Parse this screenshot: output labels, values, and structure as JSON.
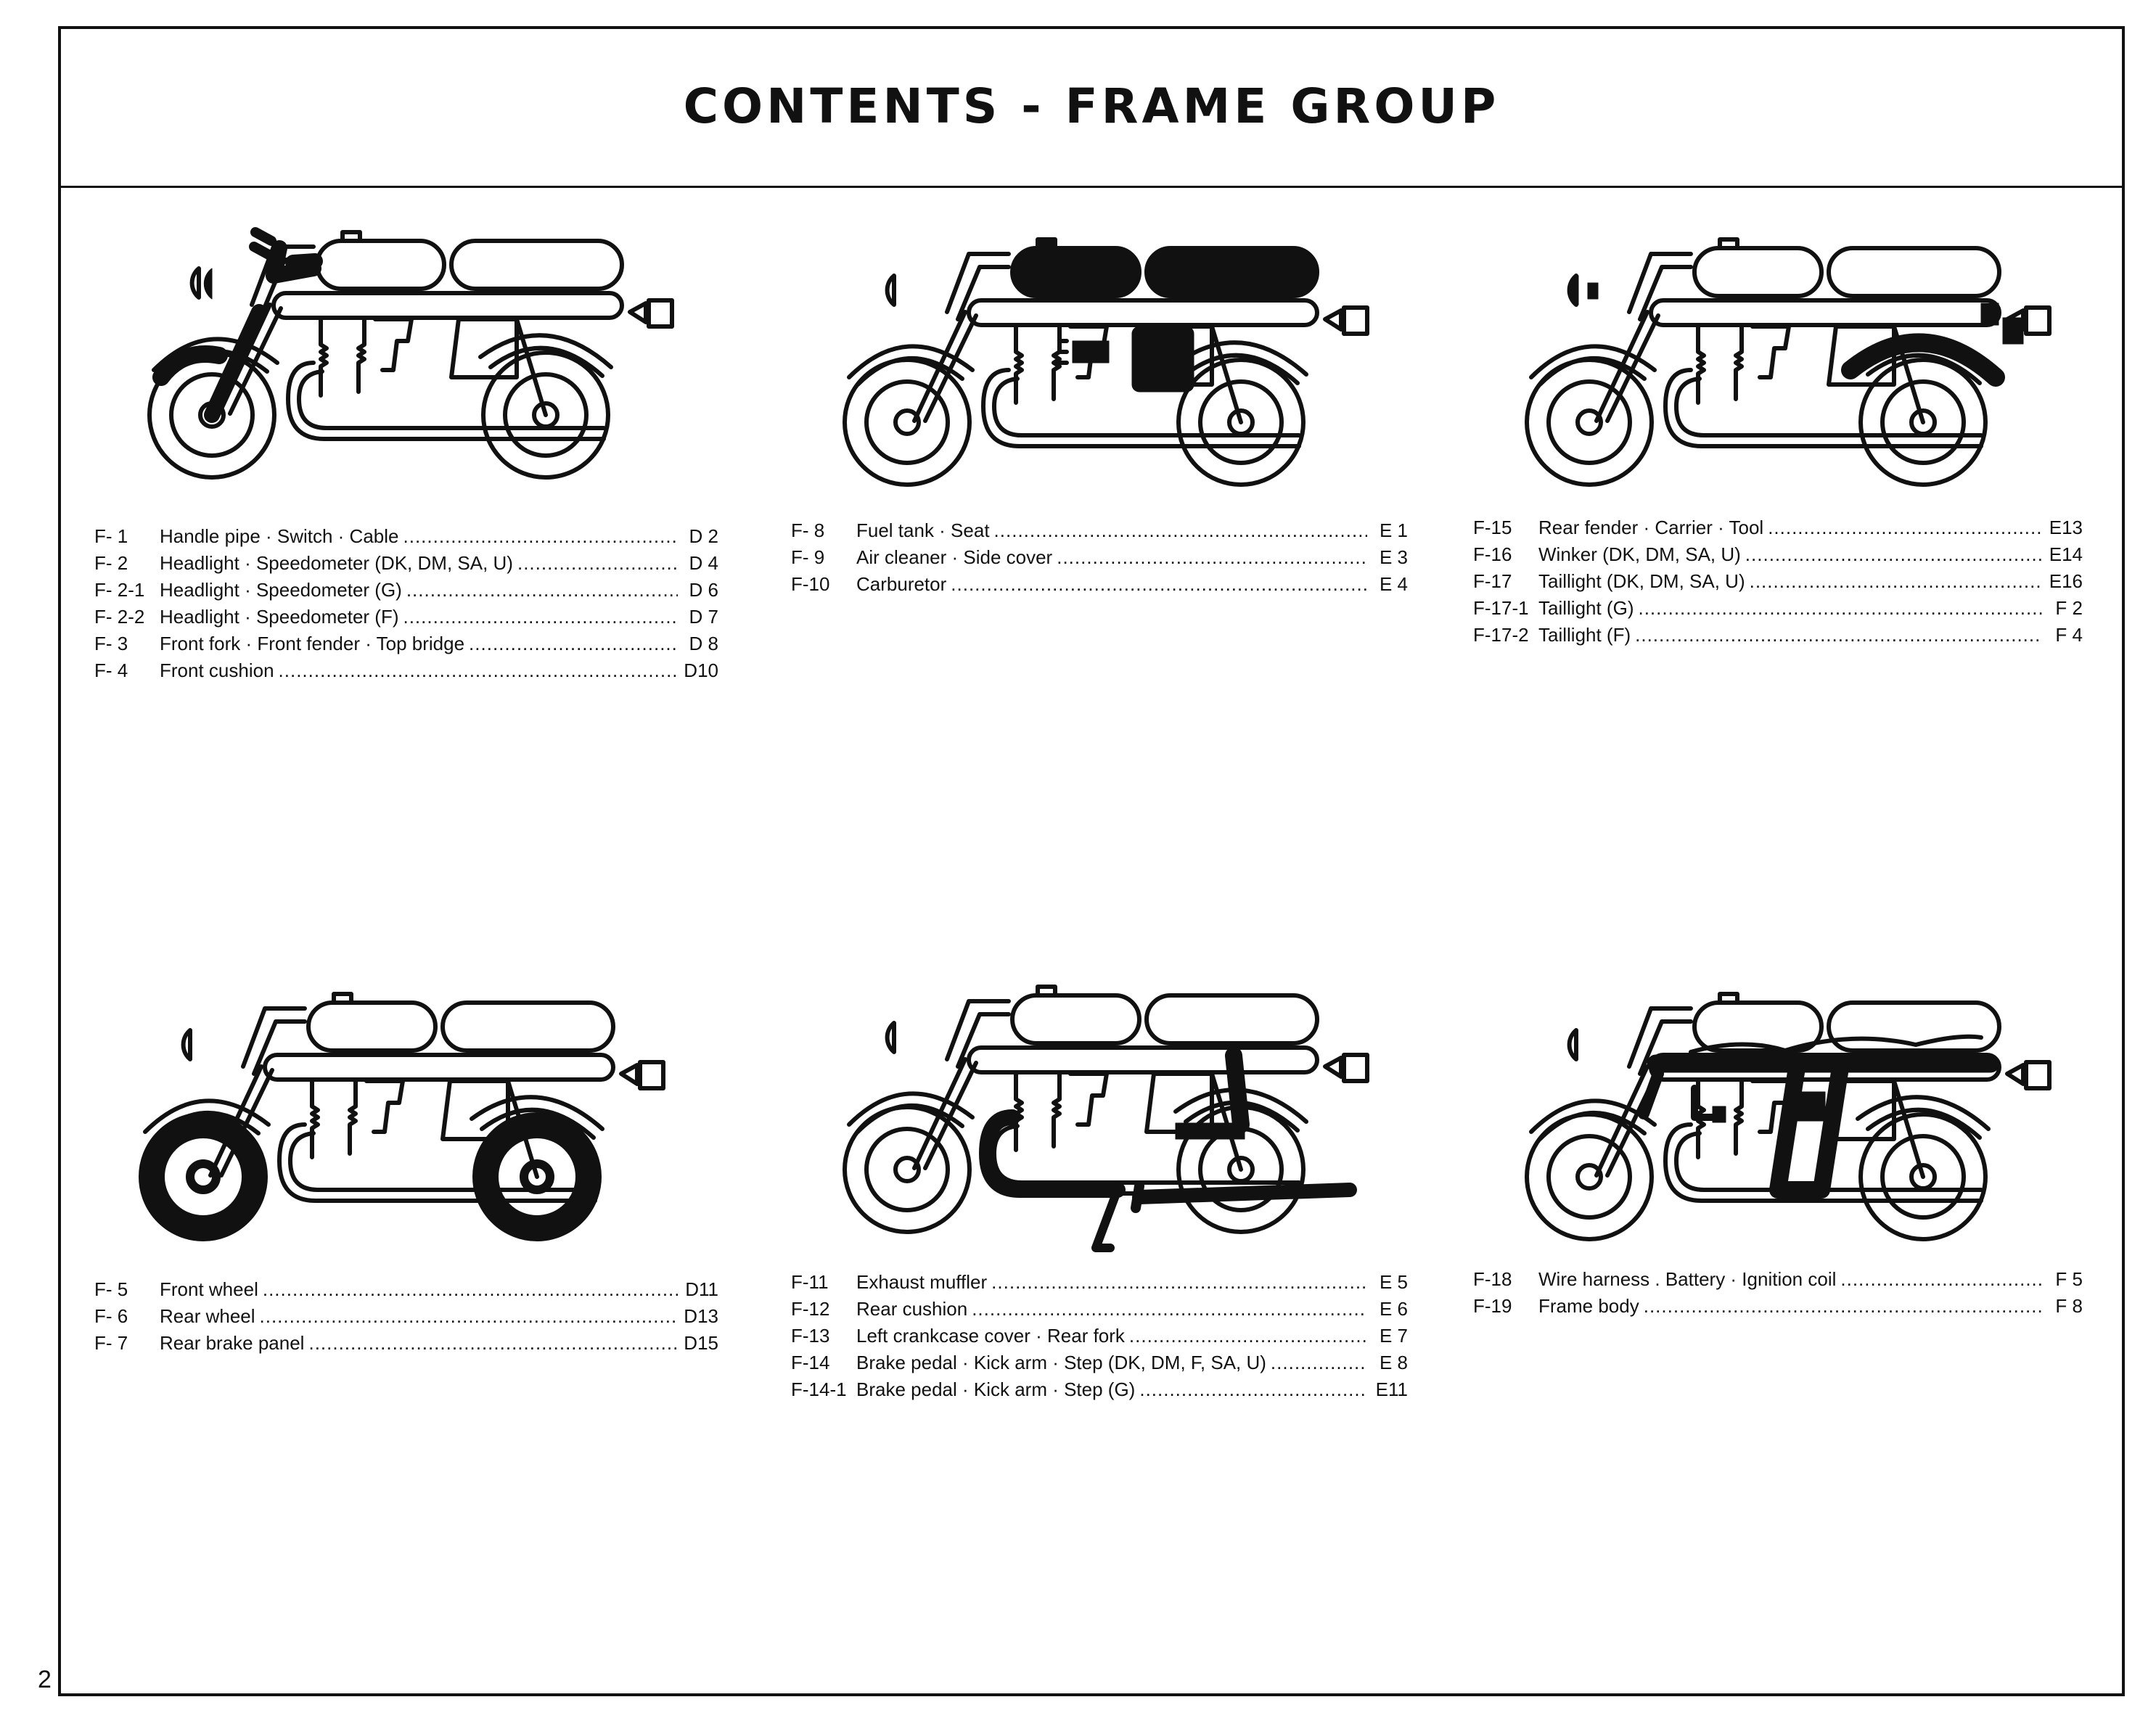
{
  "header": {
    "title": "CONTENTS - FRAME GROUP"
  },
  "page_number": "2",
  "groups": [
    {
      "icon": "motorcycle-handlebar-front-highlight-icon",
      "items": [
        {
          "code": "F- 1",
          "label": "Handle pipe · Switch · Cable",
          "page": "D 2"
        },
        {
          "code": "F- 2",
          "label": "Headlight · Speedometer (DK, DM, SA, U)",
          "page": "D 4"
        },
        {
          "code": "F- 2-1",
          "label": "Headlight · Speedometer (G)",
          "page": "D 6"
        },
        {
          "code": "F- 2-2",
          "label": "Headlight · Speedometer (F)",
          "page": "D 7"
        },
        {
          "code": "F- 3",
          "label": "Front fork · Front fender · Top bridge",
          "page": "D 8"
        },
        {
          "code": "F- 4",
          "label": "Front cushion",
          "page": "D10"
        }
      ]
    },
    {
      "icon": "motorcycle-fuel-tank-seat-highlight-icon",
      "items": [
        {
          "code": "F- 8",
          "label": "Fuel tank · Seat",
          "page": "E 1"
        },
        {
          "code": "F- 9",
          "label": "Air cleaner · Side cover",
          "page": "E 3"
        },
        {
          "code": "F-10",
          "label": "Carburetor",
          "page": "E 4"
        }
      ]
    },
    {
      "icon": "motorcycle-rear-fender-lights-highlight-icon",
      "items": [
        {
          "code": "F-15",
          "label": "Rear fender · Carrier · Tool",
          "page": "E13"
        },
        {
          "code": "F-16",
          "label": "Winker (DK, DM, SA, U)",
          "page": "E14"
        },
        {
          "code": "F-17",
          "label": "Taillight (DK, DM, SA, U)",
          "page": "E16"
        },
        {
          "code": "F-17-1",
          "label": "Taillight (G)",
          "page": "F 2"
        },
        {
          "code": "F-17-2",
          "label": "Taillight (F)",
          "page": "F 4"
        }
      ]
    },
    {
      "icon": "motorcycle-wheels-highlight-icon",
      "items": [
        {
          "code": "F- 5",
          "label": "Front wheel",
          "page": "D11"
        },
        {
          "code": "F- 6",
          "label": "Rear wheel",
          "page": "D13"
        },
        {
          "code": "F- 7",
          "label": "Rear brake panel",
          "page": "D15"
        }
      ]
    },
    {
      "icon": "motorcycle-exhaust-rear-cushion-highlight-icon",
      "items": [
        {
          "code": "F-11",
          "label": "Exhaust muffler",
          "page": "E 5"
        },
        {
          "code": "F-12",
          "label": "Rear cushion",
          "page": "E 6"
        },
        {
          "code": "F-13",
          "label": "Left crankcase cover · Rear fork",
          "page": "E 7"
        },
        {
          "code": "F-14",
          "label": "Brake pedal · Kick arm · Step (DK, DM, F, SA, U)",
          "page": "E 8"
        },
        {
          "code": "F-14-1",
          "label": "Brake pedal · Kick arm · Step (G)",
          "page": "E11"
        }
      ]
    },
    {
      "icon": "motorcycle-frame-wiring-highlight-icon",
      "items": [
        {
          "code": "F-18",
          "label": "Wire harness . Battery · Ignition coil",
          "page": "F 5"
        },
        {
          "code": "F-19",
          "label": "Frame body",
          "page": "F 8"
        }
      ]
    }
  ]
}
